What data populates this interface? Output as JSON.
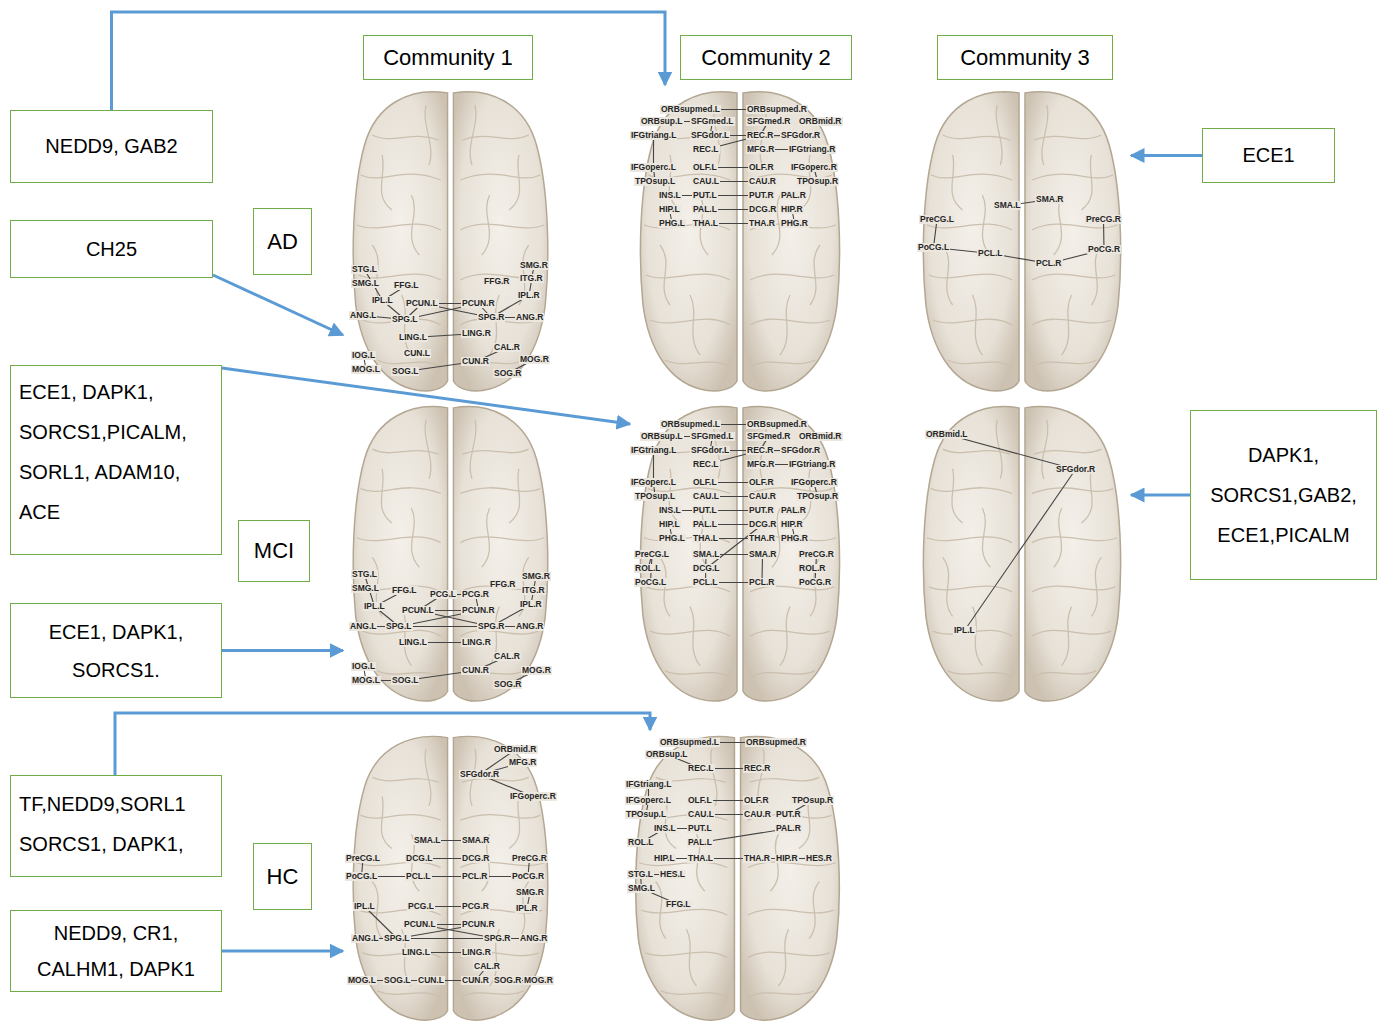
{
  "diagram": {
    "nodes": [
      {
        "text": [
          "Community 1"
        ]
      },
      {
        "text": [
          "Community 2"
        ]
      },
      {
        "text": [
          "Community 3"
        ]
      },
      {
        "text": [
          "NEDD9, GAB2"
        ]
      },
      {
        "text": [
          "CH25"
        ]
      },
      {
        "text": [
          "AD"
        ]
      },
      {
        "text": [
          "STG.L",
          "SMG.L",
          "FFG.L",
          "IPL.L",
          "PCUN.L",
          "ANG.L",
          "SPG.L",
          "LING.L",
          "CUN.L",
          "IOG.L",
          "MOG.L",
          "SOG.L",
          "SMG.R",
          "ITG.R",
          "FFG.R",
          "IPL.R",
          "PCUN.R",
          "SPG.R",
          "ANG.R",
          "LING.R",
          "CAL.R",
          "CUN.R",
          "MOG.R",
          "SOG.R"
        ]
      },
      {
        "text": [
          "ORBsupmed.L",
          "ORBsupmed.R",
          "ORBsup.L",
          "SFGmed.L",
          "SFGmed.R",
          "ORBmid.R",
          "IFGtriang.L",
          "SFGdor.L",
          "REC.R",
          "SFGdor.R",
          "REC.L",
          "MFG.R",
          "IFGtriang.R",
          "IFGoperc.L",
          "OLF.L",
          "OLF.R",
          "IFGoperc.R",
          "TPOsup.L",
          "CAU.L",
          "CAU.R",
          "TPOsup.R",
          "INS.L",
          "PUT.L",
          "PUT.R",
          "PAL.R",
          "HIP.L",
          "PAL.L",
          "DCG.R",
          "HIP.R",
          "PHG.L",
          "THA.L",
          "THA.R",
          "PHG.R"
        ]
      },
      {
        "text": [
          "SMA.L",
          "SMA.R",
          "PreCG.L",
          "PreCG.R",
          "PoCG.L",
          "PCL.L",
          "PCL.R",
          "PoCG.R"
        ]
      },
      {
        "text": [
          "ECE1"
        ]
      },
      {
        "text": [
          "ECE1, DAPK1, SORCS1,PICALM, SORL1, ADAM10, ACE"
        ]
      },
      {
        "text": [
          "ECE1, DAPK1, SORCS1."
        ]
      },
      {
        "text": [
          "MCI"
        ]
      },
      {
        "text": [
          "STG.L",
          "SMG.L",
          "FFG.L",
          "PCG.L",
          "PCG.R",
          "FFG.R",
          "SMG.R",
          "ITG.R",
          "IPL.R",
          "PCUN.L",
          "IPL.L",
          "SPG.L",
          "ANG.L",
          "PCUN.R",
          "SPG.R",
          "ANG.R",
          "LING.L",
          "LING.R",
          "CAL.R",
          "IOG.L",
          "MOG.L",
          "SOG.L",
          "CUN.R",
          "SOG.R",
          "MOG.R"
        ]
      },
      {
        "text": [
          "ORBsupmed.L",
          "ORBsupmed.R",
          "ORBsup.L",
          "SFGmed.L",
          "SFGmed.R",
          "ORBmid.R",
          "IFGtriang.L",
          "SFGdor.L",
          "REC.R",
          "SFGdor.R",
          "REC.L",
          "MFG.R",
          "IFGtriang.R",
          "IFGoperc.L",
          "OLF.L",
          "OLF.R",
          "IFGoperc.R",
          "TPOsup.L",
          "CAU.L",
          "CAU.R",
          "TPOsup.R",
          "INS.L",
          "PUT.L",
          "PUT.R",
          "PAL.R",
          "HIP.L",
          "PAL.L",
          "DCG.R",
          "HIP.R",
          "PHG.L",
          "THA.L",
          "THA.R",
          "PHG.R",
          "PreCG.L",
          "SMA.L",
          "SMA.R",
          "PreCG.R",
          "ROL.L",
          "DCG.L",
          "ROL.R",
          "PoCG.L",
          "PCL.L",
          "PCL.R",
          "PoCG.R"
        ]
      },
      {
        "text": [
          "ORBmid.L",
          "SFGdor.R",
          "IPL.L"
        ]
      },
      {
        "text": [
          "DAPK1, SORCS1,GAB2, ECE1,PICALM"
        ]
      },
      {
        "text": [
          "TF,NEDD9,SORL1 SORCS1, DAPK1,"
        ]
      },
      {
        "text": [
          "NEDD9, CR1, CALHM1, DAPK1"
        ]
      },
      {
        "text": [
          "HC"
        ]
      },
      {
        "text": [
          "ORBmid.R",
          "MFG.R",
          "SFGdor.R",
          "IFGoperc.R",
          "SMA.L",
          "SMA.R",
          "PreCG.L",
          "DCG.L",
          "DCG.R",
          "PreCG.R",
          "PoCG.L",
          "PCL.L",
          "PCL.R",
          "PoCG.R",
          "SMG.R",
          "IPL.L",
          "PCG.L",
          "PCG.R",
          "IPL.R",
          "PCUN.L",
          "PCUN.R",
          "ANG.L",
          "SPG.L",
          "SPG.R",
          "ANG.R",
          "LING.L",
          "LING.R",
          "CAL.R",
          "MOG.L",
          "SOG.L",
          "CUN.L",
          "CUN.R",
          "SOG.R",
          "MOG.R"
        ]
      },
      {
        "text": [
          "ORBsupmed.L",
          "ORBsupmed.R",
          "ORBsup.L",
          "REC.L",
          "REC.R",
          "IFGtriang.L",
          "IFGoperc.L",
          "OLF.L",
          "OLF.R",
          "TPOsup.R",
          "TPOsup.L",
          "CAU.L",
          "CAU.R",
          "PUT.R",
          "INS.L",
          "PUT.L",
          "PAL.R",
          "ROL.L",
          "PAL.L",
          "HIP.L",
          "THA.L",
          "THA.R",
          "HIP.R",
          "HES.R",
          "STG.L",
          "HES.L",
          "SMG.L",
          "FFG.L"
        ]
      }
    ],
    "edges": [
      {
        "from": 3,
        "to": 7,
        "arrow": "to"
      },
      {
        "from": 4,
        "to": 6,
        "arrow": "to"
      },
      {
        "from": 10,
        "to": 14,
        "arrow": "to"
      },
      {
        "from": 11,
        "to": 13,
        "arrow": "to"
      },
      {
        "from": 17,
        "to": 21,
        "arrow": "to"
      },
      {
        "from": 18,
        "to": 20,
        "arrow": "to"
      },
      {
        "from": 9,
        "to": 8,
        "arrow": "to"
      },
      {
        "from": 16,
        "to": 15,
        "arrow": "to"
      }
    ]
  }
}
